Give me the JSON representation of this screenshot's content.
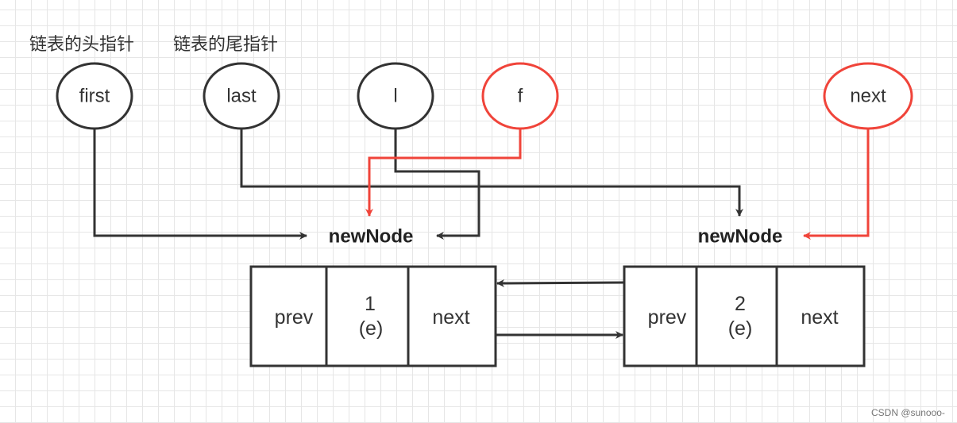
{
  "captions": {
    "head": "链表的头指针",
    "tail": "链表的尾指针"
  },
  "pointers": {
    "first": "first",
    "last": "last",
    "l": "l",
    "f": "f",
    "next": "next"
  },
  "node_labels": {
    "left": "newNode",
    "right": "newNode"
  },
  "nodes": [
    {
      "prev": "prev",
      "value": "1",
      "element": "(e)",
      "next": "next"
    },
    {
      "prev": "prev",
      "value": "2",
      "element": "(e)",
      "next": "next"
    }
  ],
  "watermark": "CSDN @sunooo-",
  "colors": {
    "black_stroke": "#333333",
    "red_stroke": "#f0443a"
  }
}
